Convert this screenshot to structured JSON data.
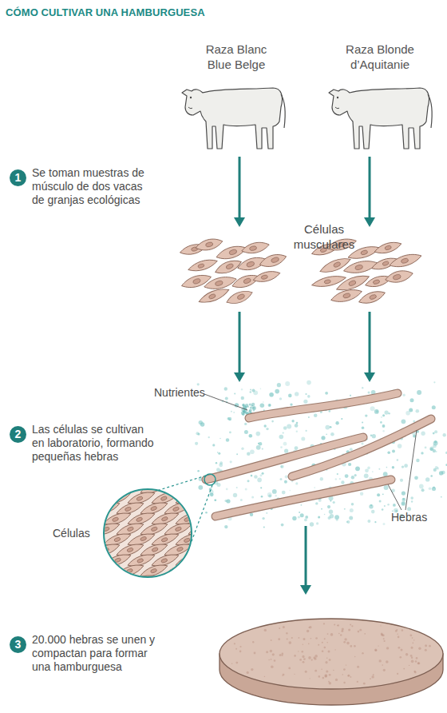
{
  "diagram": {
    "title": "CÓMO CULTIVAR UNA HAMBURGUESA",
    "nodes": [
      {
        "text": [
          "1"
        ]
      },
      {
        "text": [
          "2"
        ]
      },
      {
        "text": [
          "3"
        ]
      }
    ],
    "labels": [
      "Raza Blanc Blue Belge",
      "Raza Blonde d’Aquitanie",
      "Se toman muestras de músculo de dos vacas de granjas ecológicas",
      "Células musculares",
      "Nutrientes",
      "Las células se cultivan en laboratorio, formando pequeñas hebras",
      "Hebras",
      "Células",
      "20.000 hebras se unen y compactan para formar una hamburguesa"
    ]
  }
}
